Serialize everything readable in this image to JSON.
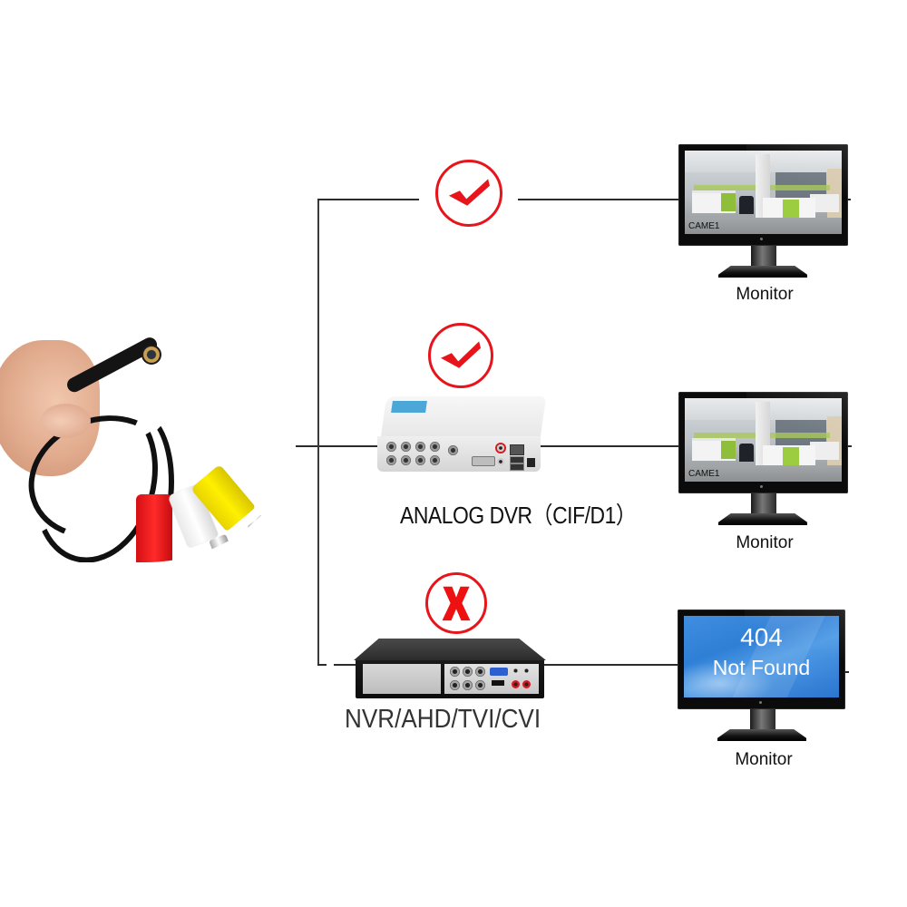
{
  "diagram": {
    "title": "",
    "source": {
      "name": "Analog mini camera with RCA (video/audio) and DC power leads",
      "plug_colors": {
        "red": "#e8141b",
        "white": "#ffffff",
        "yellow": "#f7ea00"
      }
    },
    "colors": {
      "status_red": "#e8141b",
      "line": "#2b2b2b",
      "screen_blue": "#2f7fd6"
    },
    "paths": [
      {
        "id": "direct",
        "status": "compatible",
        "status_icon": "check-icon",
        "device_label": "",
        "monitor": {
          "label": "Monitor",
          "screen": "camera-feed",
          "osd_text": "CAME1"
        }
      },
      {
        "id": "analog-dvr",
        "status": "compatible",
        "status_icon": "check-icon",
        "device_label": "ANALOG DVR（CIF/D1）",
        "monitor": {
          "label": "Monitor",
          "screen": "camera-feed",
          "osd_text": "CAME1"
        }
      },
      {
        "id": "nvr-hd",
        "status": "incompatible",
        "status_icon": "cross-icon",
        "device_label": "NVR/AHD/TVI/CVI",
        "monitor": {
          "label": "Monitor",
          "screen": "error",
          "error_code": "404",
          "error_message": "Not Found"
        }
      }
    ]
  }
}
